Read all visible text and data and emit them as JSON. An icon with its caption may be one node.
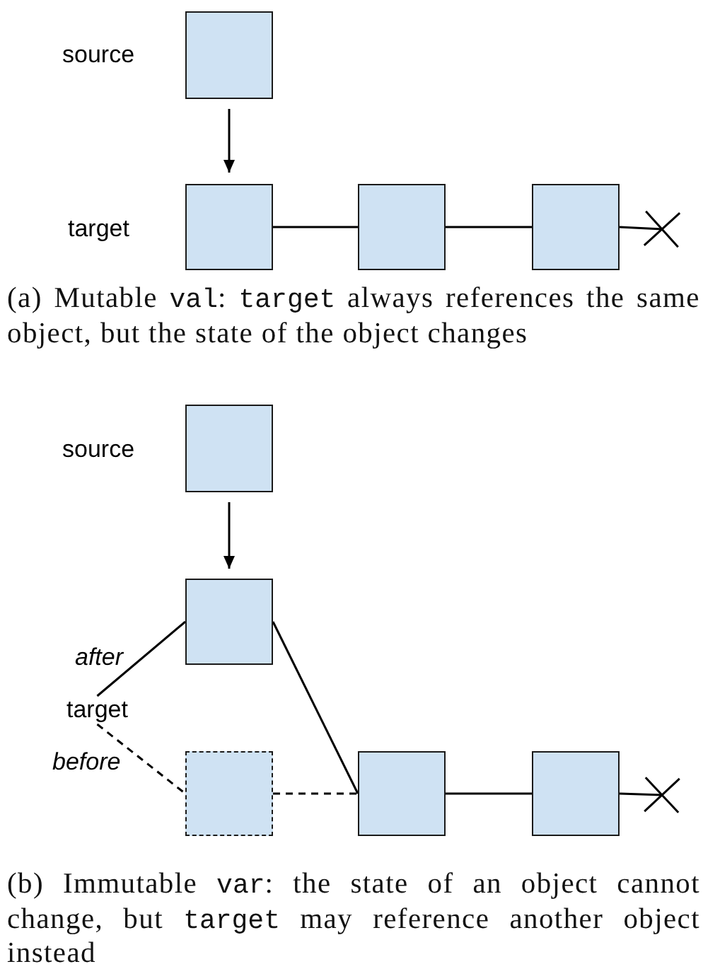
{
  "diagram": {
    "nodes": [
      {
        "text": [],
        "shape": "box",
        "beside": [
          "source"
        ]
      },
      {
        "text": [],
        "shape": "box",
        "beside": [
          "target"
        ]
      },
      {
        "text": [],
        "shape": "box"
      },
      {
        "text": [],
        "shape": "box"
      },
      {
        "text": [],
        "shape": "box",
        "beside": [
          "source"
        ]
      },
      {
        "text": [],
        "shape": "box"
      },
      {
        "text": [
          "target"
        ]
      },
      {
        "text": [],
        "shape": "box"
      },
      {
        "text": [],
        "shape": "box"
      },
      {
        "text": [],
        "shape": "box"
      }
    ],
    "edges": [
      {
        "from": 0,
        "to": 1,
        "arrow": "to"
      },
      {
        "from": 1,
        "to": 2,
        "arrow": "none"
      },
      {
        "from": 2,
        "to": 3,
        "arrow": "none"
      },
      {
        "from": 3,
        "to": null,
        "arrow": "other"
      },
      {
        "from": 4,
        "to": 5,
        "arrow": "to"
      },
      {
        "from": 6,
        "to": 5,
        "arrow": "none",
        "label": "after"
      },
      {
        "from": 6,
        "to": 7,
        "arrow": "none",
        "label": "before",
        "style": "dashed"
      },
      {
        "from": 5,
        "to": 8,
        "arrow": "none"
      },
      {
        "from": 7,
        "to": 8,
        "arrow": "none",
        "style": "dashed"
      },
      {
        "from": 8,
        "to": 9,
        "arrow": "none"
      },
      {
        "from": 9,
        "to": null,
        "arrow": "other"
      }
    ],
    "labels": [
      "(a) Mutable val: target always references the same object, but the state of the object changes",
      "(b) Immutable var: the state of an object cannot change, but target may reference another object instead"
    ]
  }
}
